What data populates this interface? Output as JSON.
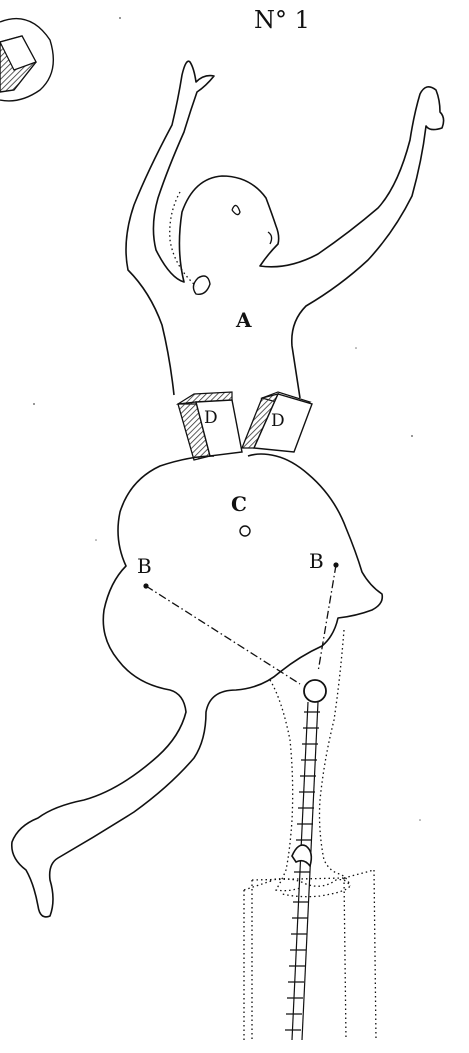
{
  "figure": {
    "number": "N° 1",
    "labels": {
      "body": "A",
      "skirt": "C",
      "pivot_left": "B",
      "pivot_right": "B",
      "magnet_left": "D",
      "magnet_right": "D"
    }
  },
  "colors": {
    "ink": "#111111",
    "paper": "#ffffff",
    "hatch": "#555555"
  }
}
